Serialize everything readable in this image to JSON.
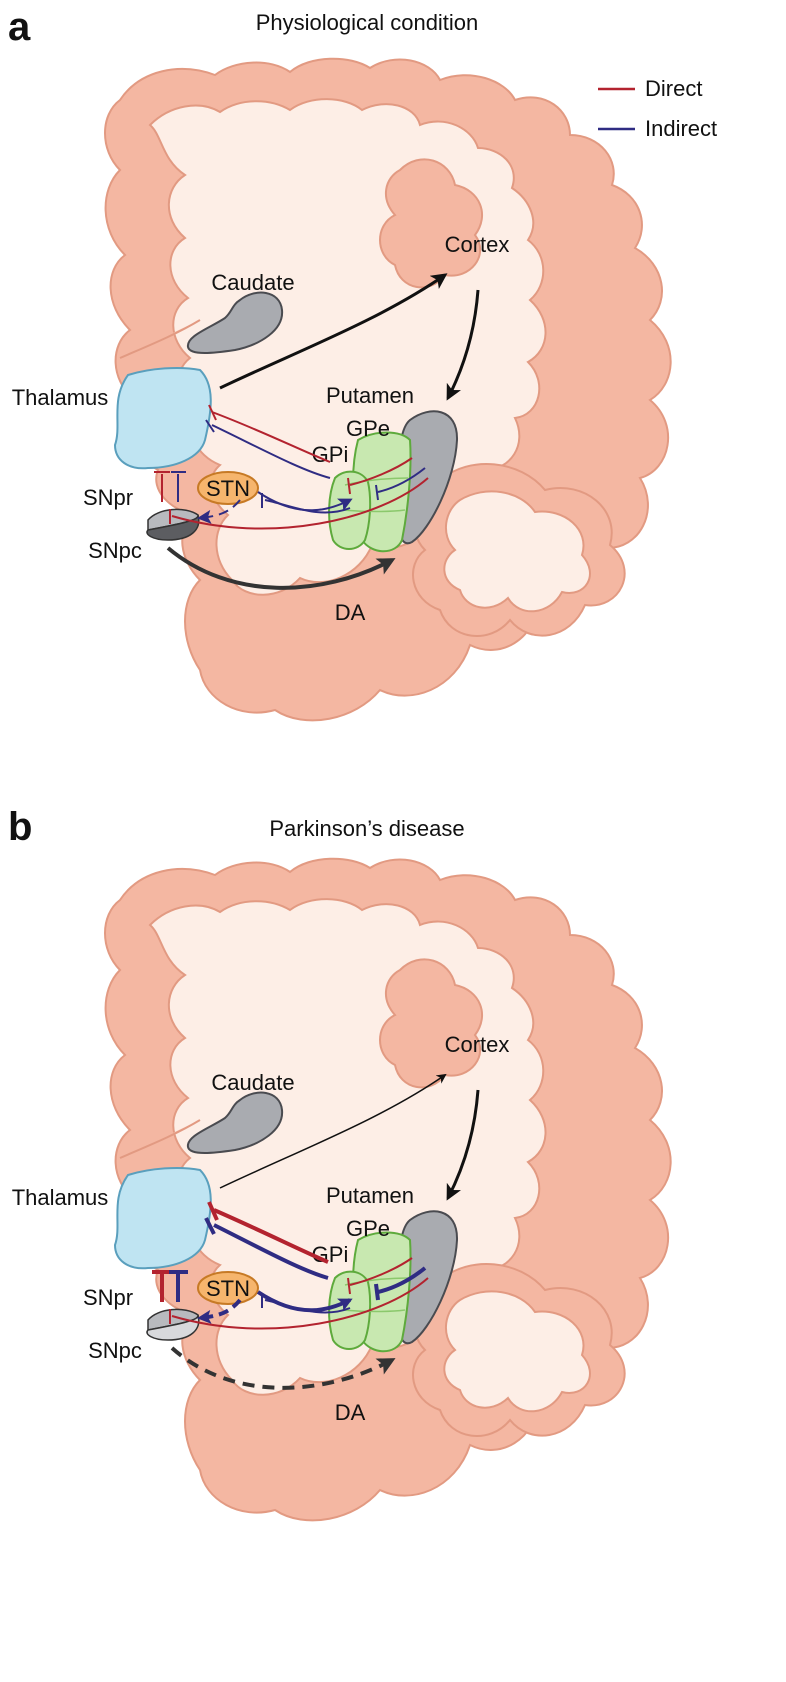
{
  "legend": {
    "direct": "Direct",
    "indirect": "Indirect",
    "colors": {
      "direct": "#b3232f",
      "indirect": "#2f2c83"
    }
  },
  "panel_a": {
    "letter": "a",
    "title": "Physiological condition",
    "labels": {
      "cortex": "Cortex",
      "caudate": "Caudate",
      "thalamus": "Thalamus",
      "putamen": "Putamen",
      "gpe": "GPe",
      "gpi": "GPi",
      "stn": "STN",
      "snpr": "SNpr",
      "snpc": "SNpc",
      "da": "DA"
    }
  },
  "panel_b": {
    "letter": "b",
    "title": "Parkinson’s disease",
    "labels": {
      "cortex": "Cortex",
      "caudate": "Caudate",
      "thalamus": "Thalamus",
      "putamen": "Putamen",
      "gpe": "GPe",
      "gpi": "GPi",
      "stn": "STN",
      "snpr": "SNpr",
      "snpc": "SNpc",
      "da": "DA"
    }
  }
}
